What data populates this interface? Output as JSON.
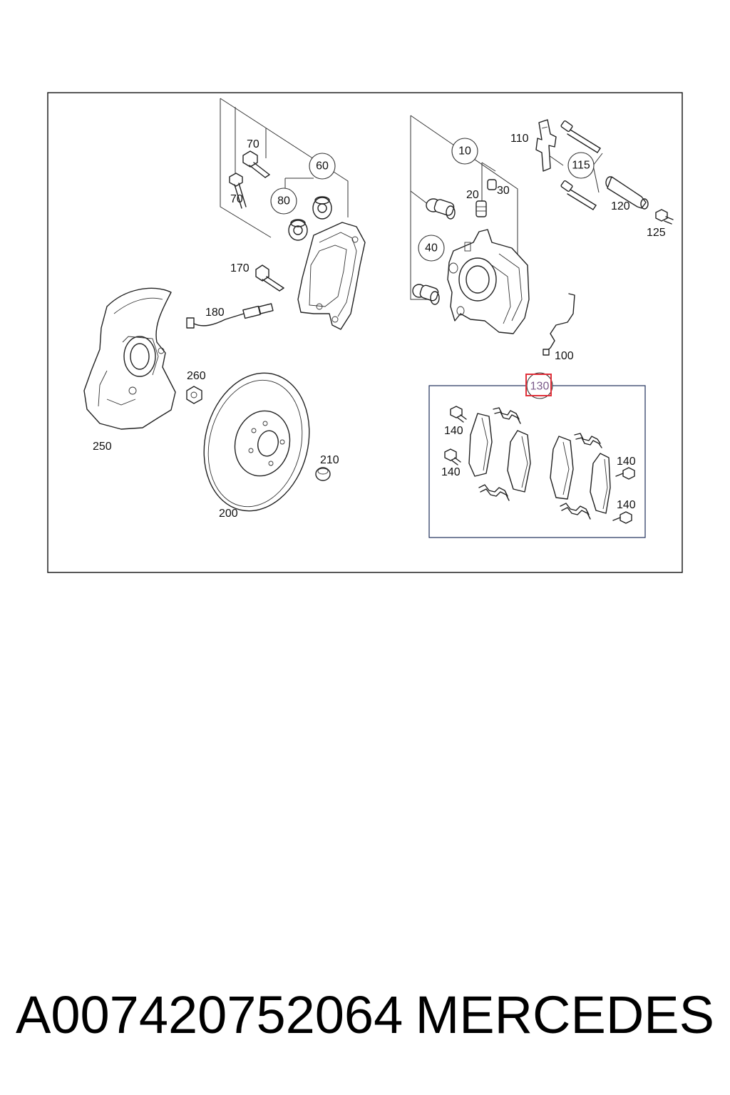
{
  "callouts": {
    "c70a": "70",
    "c70b": "70",
    "c60": "60",
    "c80": "80",
    "c10": "10",
    "c20": "20",
    "c30": "30",
    "c40": "40",
    "c110": "110",
    "c115": "115",
    "c120": "120",
    "c125": "125",
    "c170": "170",
    "c180": "180",
    "c100": "100",
    "c130": "130",
    "c260": "260",
    "c250": "250",
    "c210": "210",
    "c200": "200",
    "c140a": "140",
    "c140b": "140",
    "c140c": "140",
    "c140d": "140"
  },
  "highlight_color": "#e0303a",
  "caption": {
    "part_number": "A007420752064",
    "brand": "MERCEDES"
  }
}
